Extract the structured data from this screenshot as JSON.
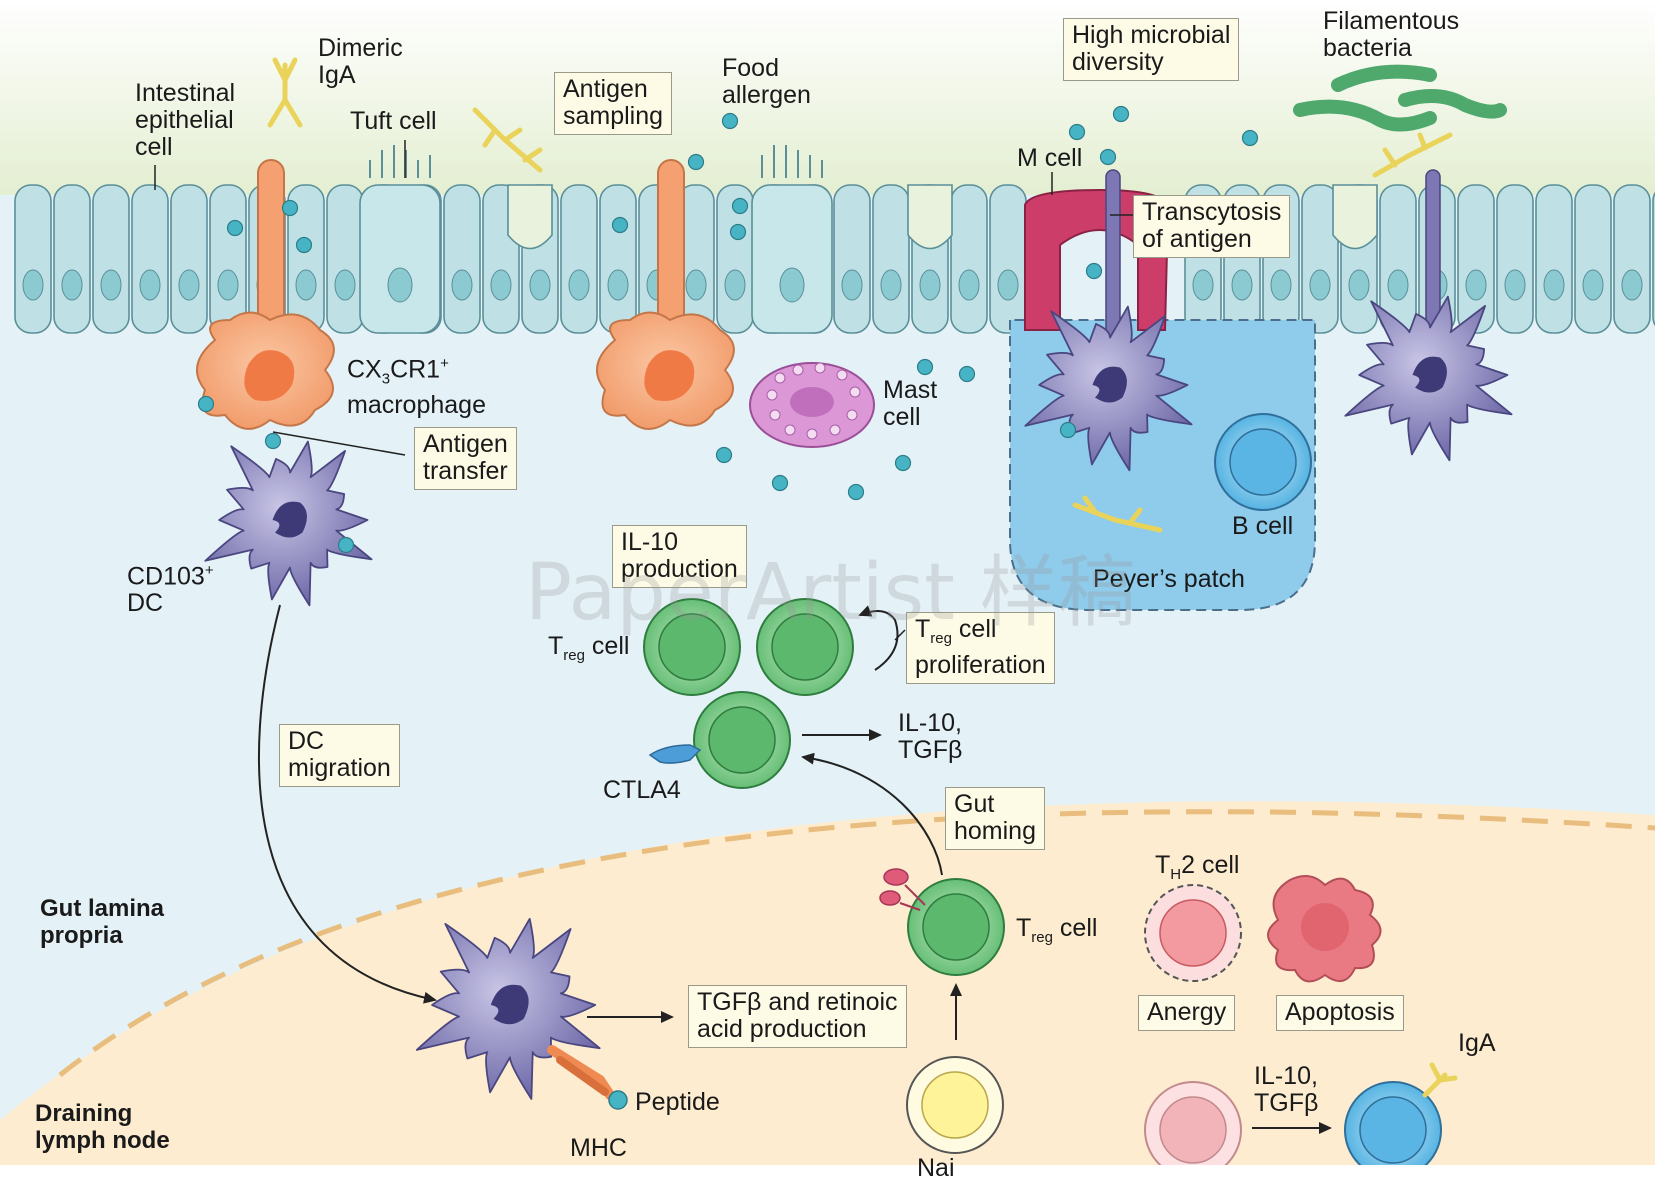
{
  "labels": {
    "intestinal_epithelial_cell": "Intestinal\nepithelial\ncell",
    "dimeric_iga": "Dimeric\nIgA",
    "tuft_cell": "Tuft cell",
    "food_allergen": "Food\nallergen",
    "m_cell": "M cell",
    "filamentous_bacteria": "Filamentous\nbacteria",
    "cx3cr1_macrophage_prefix": "CX",
    "cx3cr1_macrophage_sub": "3",
    "cx3cr1_macrophage_mid": "CR1",
    "cx3cr1_macrophage_sup": "+",
    "cx3cr1_macrophage_line2": "macrophage",
    "mast_cell": "Mast\ncell",
    "cd103_dc_prefix": "CD103",
    "cd103_dc_sup": "+",
    "cd103_dc_line2": "DC",
    "b_cell": "B cell",
    "peyers_patch": "Peyer’s patch",
    "treg_t": "T",
    "treg_sub": "reg",
    "treg_cell_suffix": " cell",
    "ctla4": "CTLA4",
    "il10_tgfb_1": "IL-10,\nTGFβ",
    "th2_t": "T",
    "th2_sub": "H",
    "th2_suffix": "2 cell",
    "iga": "IgA",
    "il10_tgfb_2": "IL-10,\nTGFβ",
    "peptide": "Peptide",
    "mhc": "MHC",
    "gut_lamina_propria": "Gut lamina\npropria",
    "draining_lymph_node": "Draining\nlymph node",
    "naive_partial": "Nai"
  },
  "boxes": {
    "antigen_sampling": "Antigen\nsampling",
    "high_microbial_diversity": "High microbial\ndiversity",
    "transcytosis": "Transcytosis\nof antigen",
    "antigen_transfer": "Antigen\ntransfer",
    "il10_production": "IL-10\nproduction",
    "treg_proliferation_t": "T",
    "treg_proliferation_sub": "reg",
    "treg_proliferation_suffix": " cell",
    "treg_proliferation_line2": "proliferation",
    "dc_migration": "DC\nmigration",
    "gut_homing": "Gut\nhoming",
    "tgfb_retinoic": "TGFβ and retinoic\nacid production",
    "anergy": "Anergy",
    "apoptosis": "Apoptosis"
  },
  "watermark": "PaperArtist 样稿",
  "colors": {
    "lumen": "#e9f2dc",
    "lamina": "#e4f2f7",
    "lymph_node": "#fdebcd",
    "epithelium": "#bde0e4",
    "nucleus": "#8cc9d0",
    "macrophage": "#f5a070",
    "dc": "#7d78b4",
    "treg": "#6cc07a",
    "mast": "#d890d0",
    "m_cell": "#cc3d6a",
    "peyer": "#9fd0ec",
    "b_cell": "#5ab4e4",
    "th2": "#f39aa0",
    "naive": "#fff39a",
    "antigen": "#46b4c4",
    "iga": "#f6e27a",
    "bacteria": "#4fa86c"
  }
}
